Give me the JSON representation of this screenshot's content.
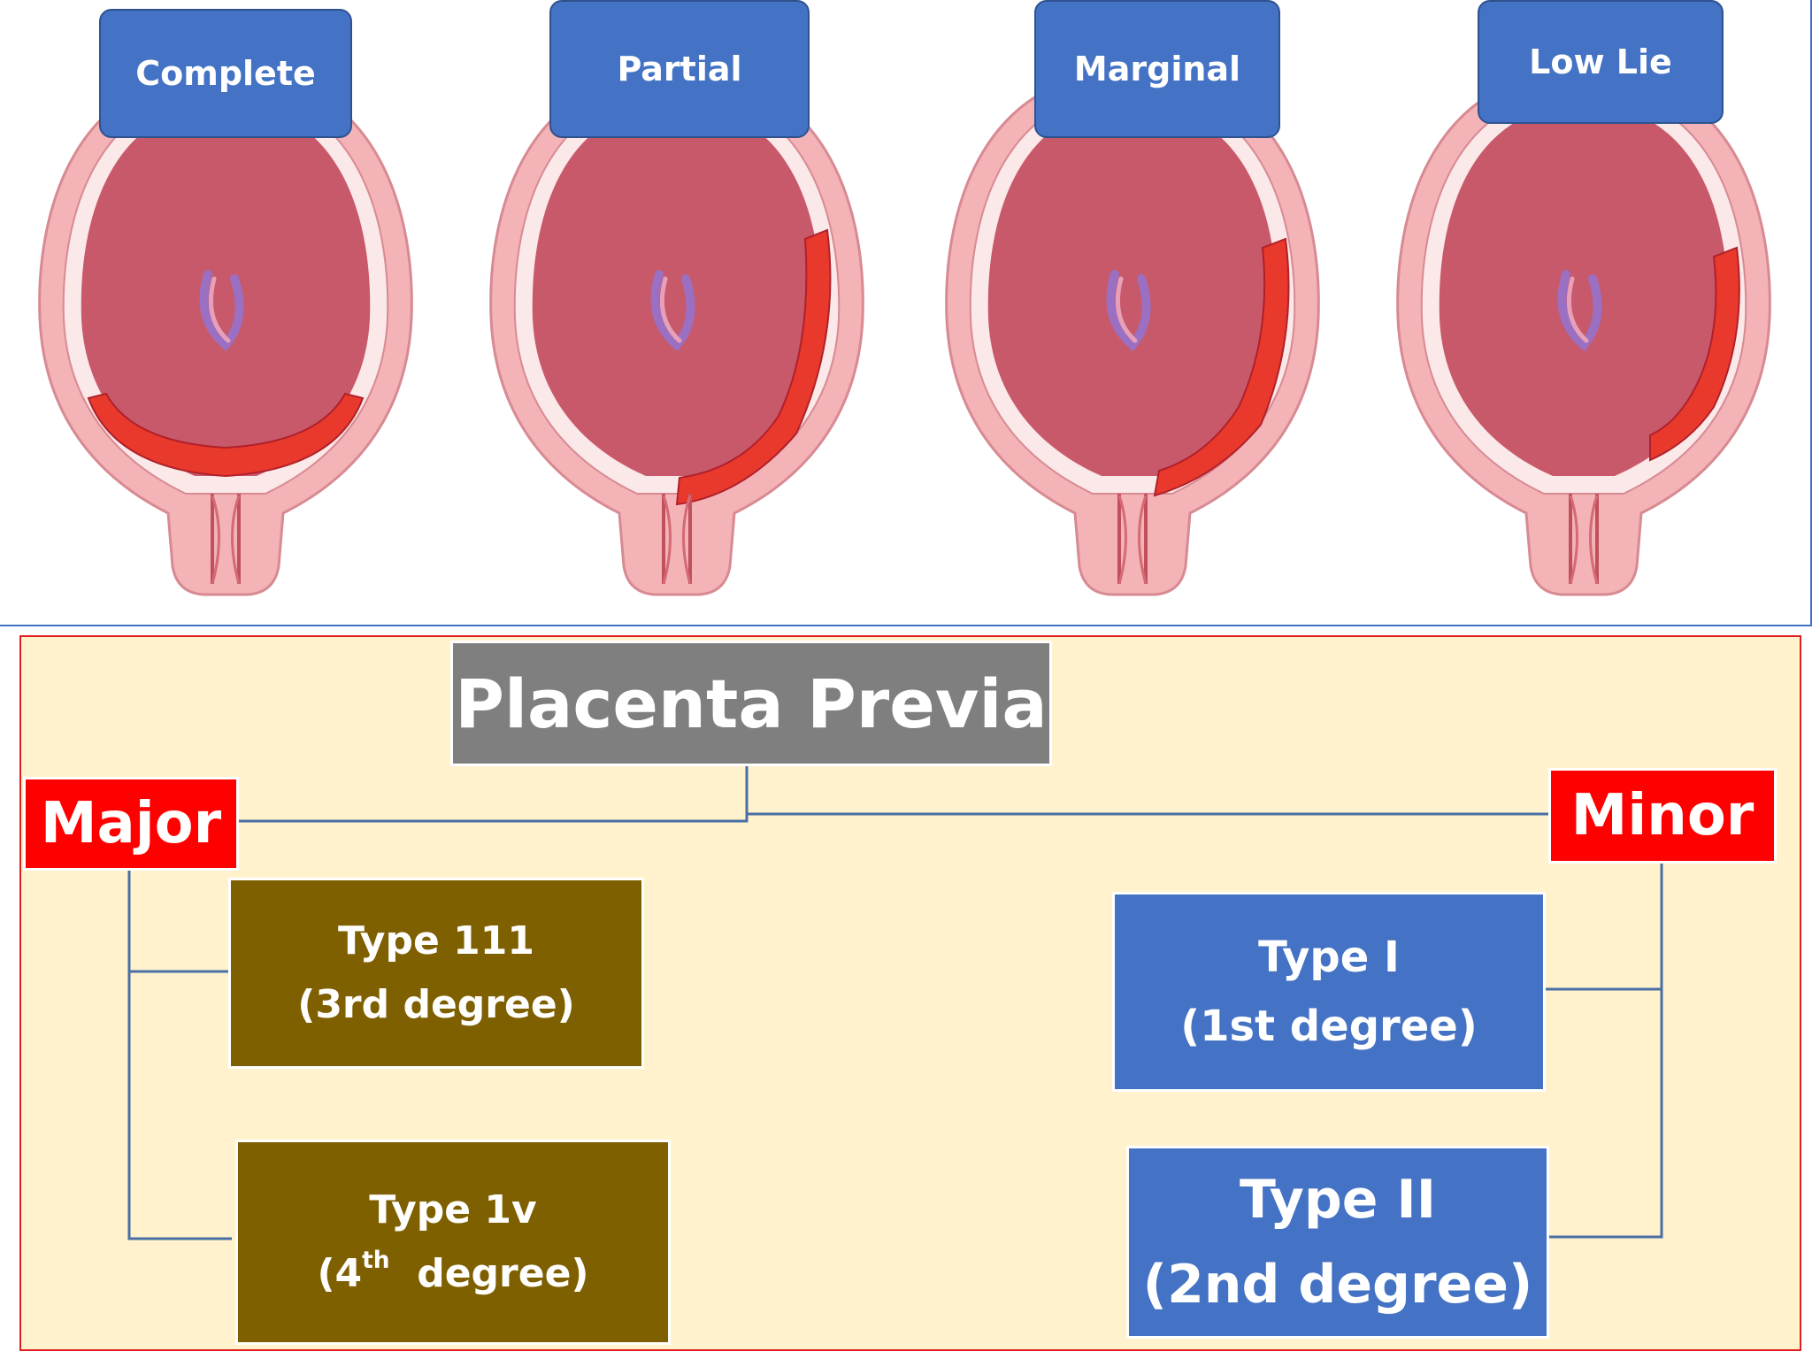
{
  "colors": {
    "label_blue": "#4472c4",
    "title_gray": "#7f7f7f",
    "category_red": "#ff0000",
    "major_brown": "#7f6000",
    "minor_blue": "#4472c4",
    "panel_cream": "#fff2cc",
    "placenta_red": "#e8392c",
    "uterine_pink": "#c8596a"
  },
  "illustrations": [
    {
      "label": "Complete",
      "placenta": "complete-coverage-icon"
    },
    {
      "label": "Partial",
      "placenta": "partial-coverage-icon"
    },
    {
      "label": "Marginal",
      "placenta": "marginal-coverage-icon"
    },
    {
      "label": "Low Lie",
      "placenta": "low-lying-icon"
    }
  ],
  "diagram": {
    "title": "Placenta Previa",
    "major": {
      "label": "Major",
      "types": [
        {
          "name": "Type 111",
          "degree": "(3rd degree)"
        },
        {
          "name": "Type 1v",
          "degree_prefix": "(4",
          "degree_sup": "th",
          "degree_suffix": "  degree)"
        }
      ]
    },
    "minor": {
      "label": "Minor",
      "types": [
        {
          "name": "Type I",
          "degree": "(1st degree)"
        },
        {
          "name": "Type II",
          "degree": "(2nd degree)"
        }
      ]
    }
  }
}
